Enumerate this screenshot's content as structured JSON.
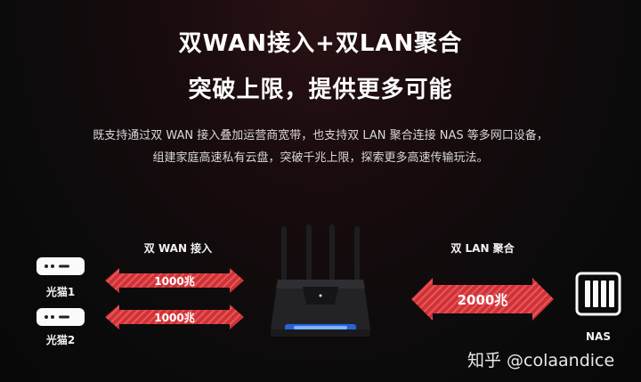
{
  "title_line1": "双WAN接入+双LAN聚合",
  "title_line2": "突破上限，提供更多可能",
  "desc_line1": "既支持通过双 WAN 接入叠加运营商宽带，也支持双 LAN 聚合连接 NAS 等多网口设备，",
  "desc_line2": "组建家庭高速私有云盘，突破千兆上限，探索更多高速传输玩法。",
  "wan": {
    "label": "双 WAN 接入",
    "speed1": "1000兆",
    "speed2": "1000兆",
    "modem1": "光猫1",
    "modem2": "光猫2"
  },
  "lan": {
    "label": "双 LAN 聚合",
    "speed": "2000兆",
    "nas": "NAS"
  },
  "watermark": "知乎 @colaandice",
  "colors": {
    "arrow_red": "#d8383c",
    "background": "#0b0b0c"
  }
}
